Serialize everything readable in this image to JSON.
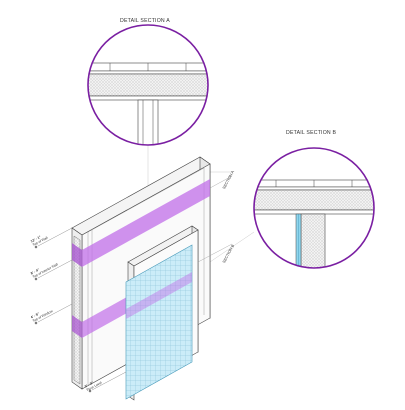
{
  "details": [
    {
      "id": "a",
      "title": "DETAIL SECTION A"
    },
    {
      "id": "b",
      "title": "DETAIL SECTION B"
    }
  ],
  "section_tags": [
    {
      "id": "a",
      "text": "SECTION A"
    },
    {
      "id": "b",
      "text": "SECTION B"
    }
  ],
  "levels": [
    {
      "dim": "12' - 1\"",
      "name": "Top of Wall"
    },
    {
      "dim": "8' - 4\"",
      "name": "Top of Interior Wall"
    },
    {
      "dim": "4' - 5\"",
      "name": "Top of Window"
    },
    {
      "dim": "0' - 0\"",
      "name": "Floor Level"
    }
  ],
  "colors": {
    "ring": "#7a1fa2",
    "highlight": "#c06ee8",
    "glazing": "#8fd6ee",
    "insulation": "#e6e6e6",
    "line": "#444444"
  }
}
